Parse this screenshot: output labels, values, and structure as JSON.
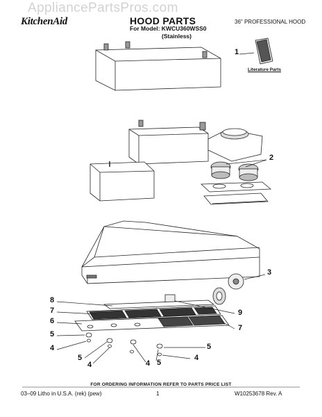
{
  "watermark": "AppliancePartsPros.com",
  "header": {
    "brand": "KitchenAid",
    "title": "HOOD PARTS",
    "model": "For Model: KWCU360WSS0",
    "finish": "(Stainless)",
    "hood_type": "36\" PROFESSIONAL HOOD"
  },
  "diagram": {
    "literature_label": "Literature Parts",
    "callouts": {
      "c1": "1",
      "c2": "2",
      "c3": "3",
      "c8": "8",
      "c7a": "7",
      "c6": "6",
      "c5a": "5",
      "c4a": "4",
      "c5b": "5",
      "c4b": "4",
      "c4c": "4",
      "c5c": "5",
      "c9": "9",
      "c7b": "7",
      "c5d": "5",
      "c4d": "4"
    }
  },
  "footer": {
    "ordering_note": "FOR ORDERING INFORMATION REFER TO PARTS PRICE LIST",
    "litho": "03–09 Litho in U.S.A. (rek) (pew)",
    "page": "1",
    "doc_id": "W10253678 Rev. A"
  }
}
